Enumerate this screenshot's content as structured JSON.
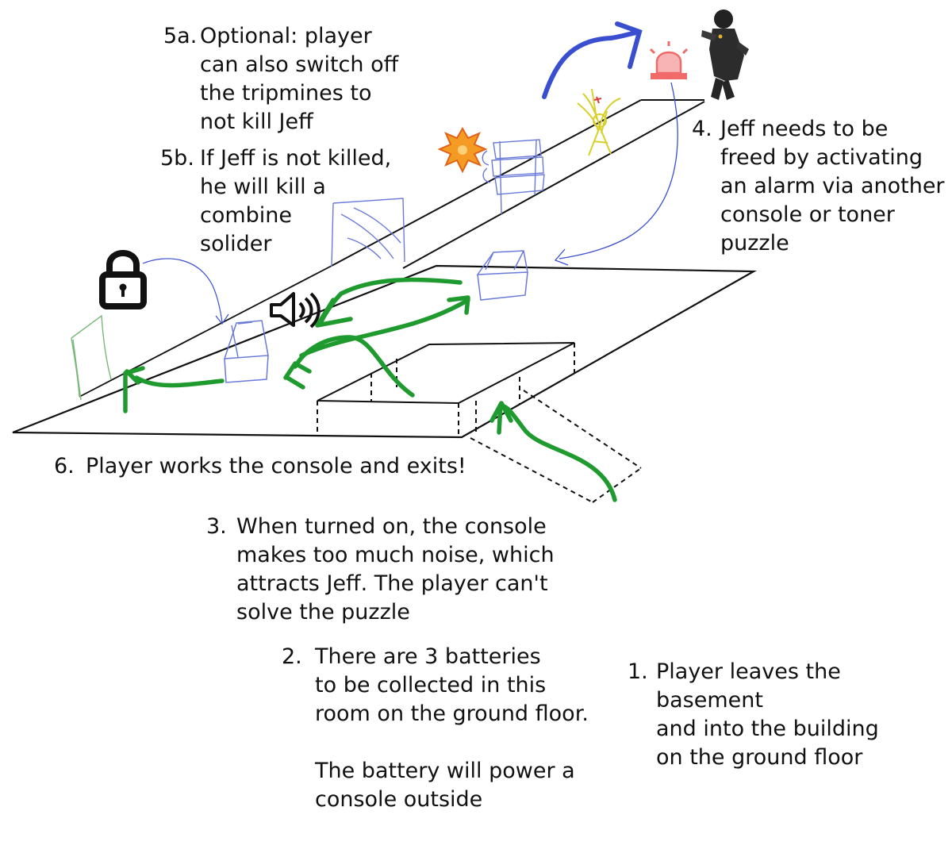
{
  "notes": {
    "n5a": {
      "num": "5a.",
      "text": "Optional: player\ncan also switch off\nthe tripmines to\nnot kill Jeff"
    },
    "n5b": {
      "num": "5b.",
      "text": "If Jeff is not killed,\nhe will kill a\ncombine\nsolider"
    },
    "n4": {
      "num": "4.",
      "text": "Jeff needs to be\nfreed by activating\nan alarm via another\nconsole or toner\npuzzle"
    },
    "n6": {
      "num": "6.",
      "text": "Player works the console and exits!"
    },
    "n3": {
      "num": "3.",
      "text": "When turned on, the console\nmakes too much noise, which\nattracts Jeff. The player can't\nsolve the puzzle"
    },
    "n2": {
      "num": "2.",
      "text": "There are 3 batteries\nto be collected in this\nroom on the ground floor.\n\nThe battery will power a\nconsole outside"
    },
    "n1": {
      "num": "1.",
      "text": "Player leaves the basement\nand into the building\non the ground floor"
    }
  },
  "colors": {
    "player_path": "#1e9a2e",
    "jeff_path": "#3a4fd0",
    "sketch": "#6a7ad8",
    "outline": "#111111",
    "alarm": "#f06a6a",
    "explosion": "#f59a23",
    "chalk_figure": "#d8cf2a",
    "sprout": "#7ab87a"
  },
  "icons": [
    "lock-icon",
    "speaker-icon",
    "alarm-light-icon",
    "explosion-icon",
    "soldier-figure",
    "chalk-figure"
  ]
}
